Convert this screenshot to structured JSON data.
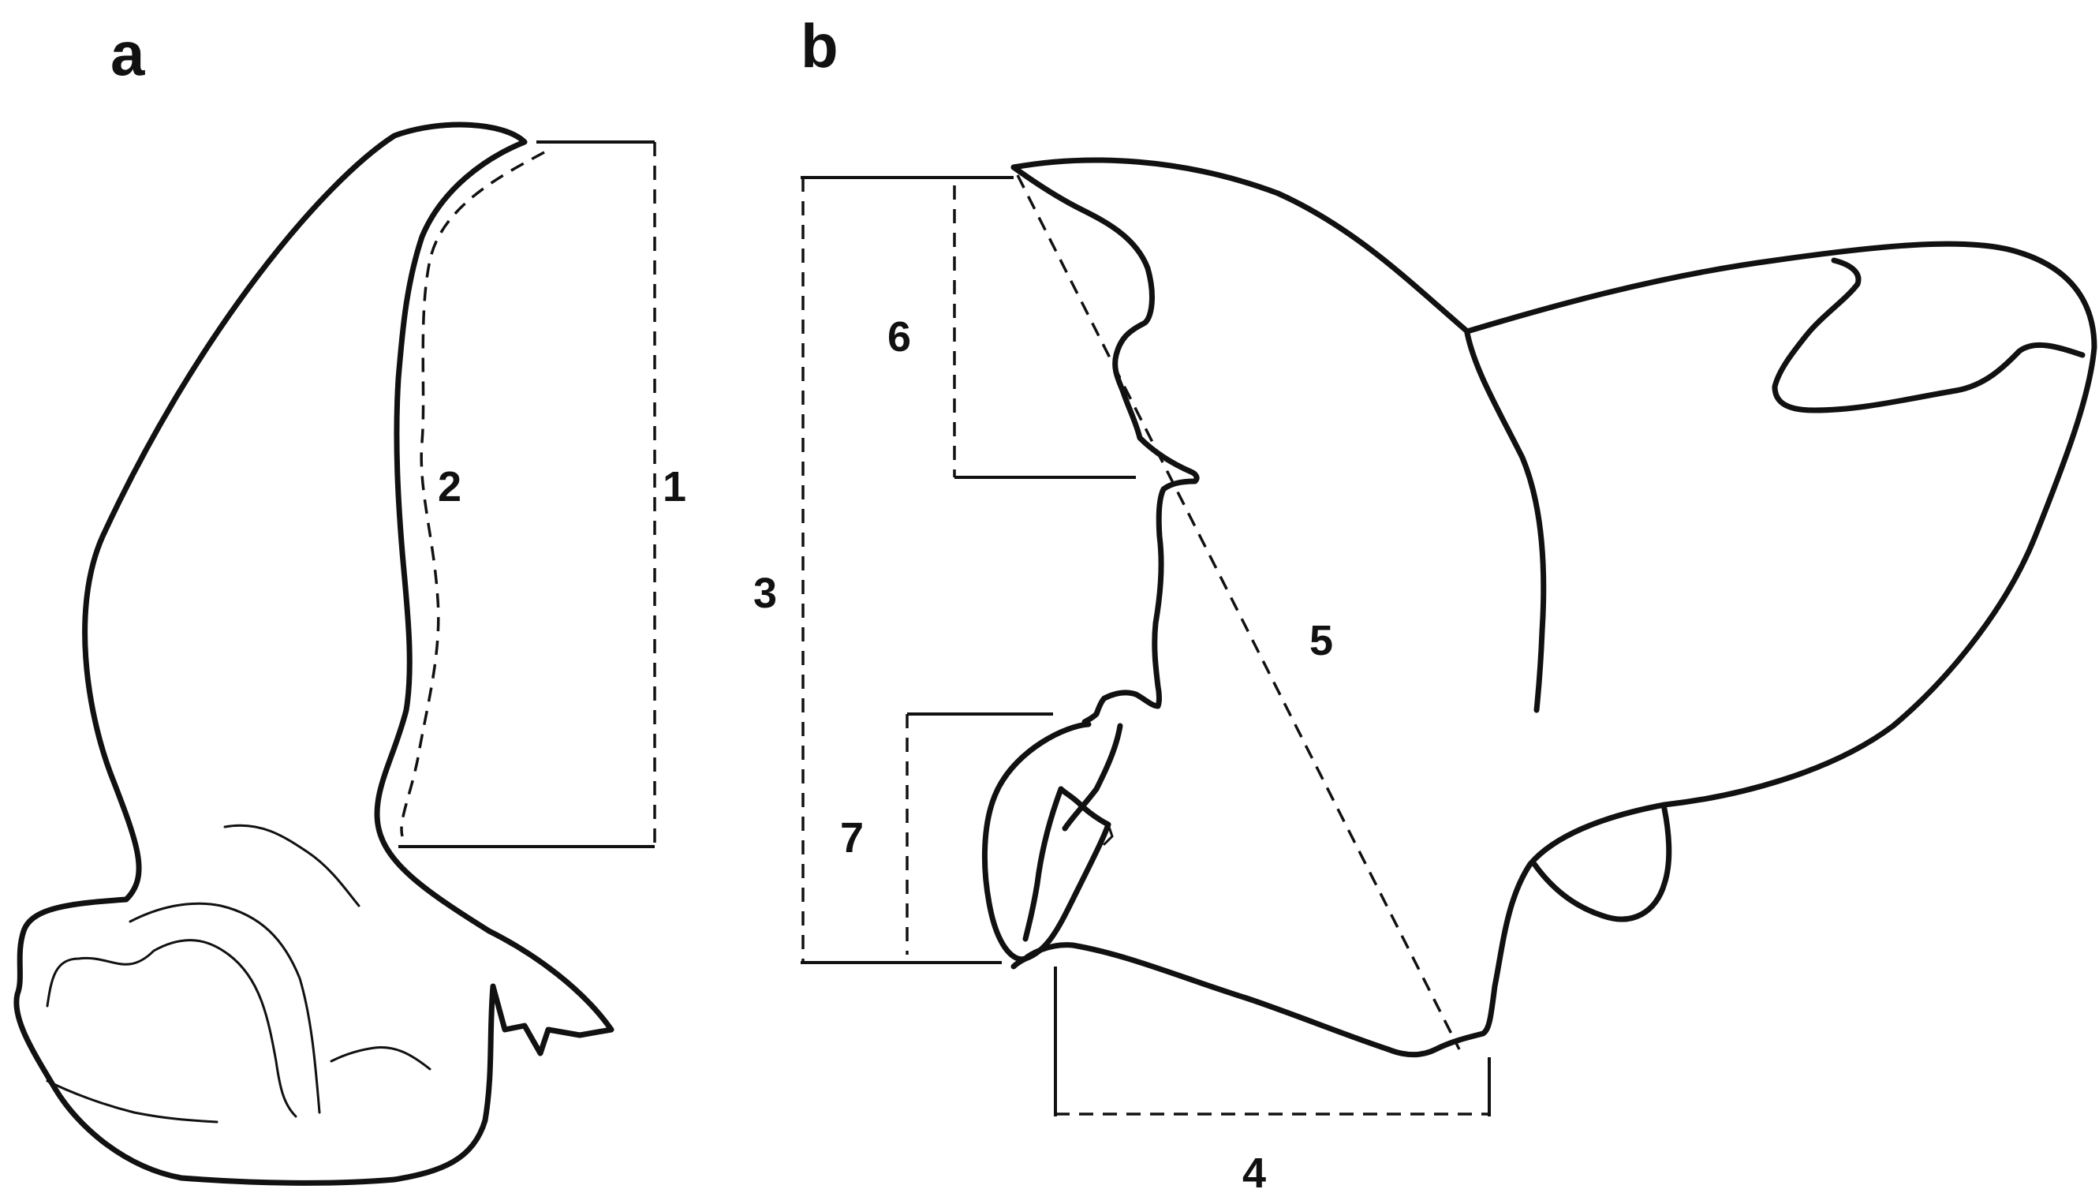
{
  "panels": {
    "a": {
      "label": "a"
    },
    "b": {
      "label": "b"
    }
  },
  "measurements": {
    "m1": "1",
    "m2": "2",
    "m3": "3",
    "m4": "4",
    "m5": "5",
    "m6": "6",
    "m7": "7"
  },
  "colors": {
    "ink": "#111111",
    "background": "#ffffff"
  }
}
